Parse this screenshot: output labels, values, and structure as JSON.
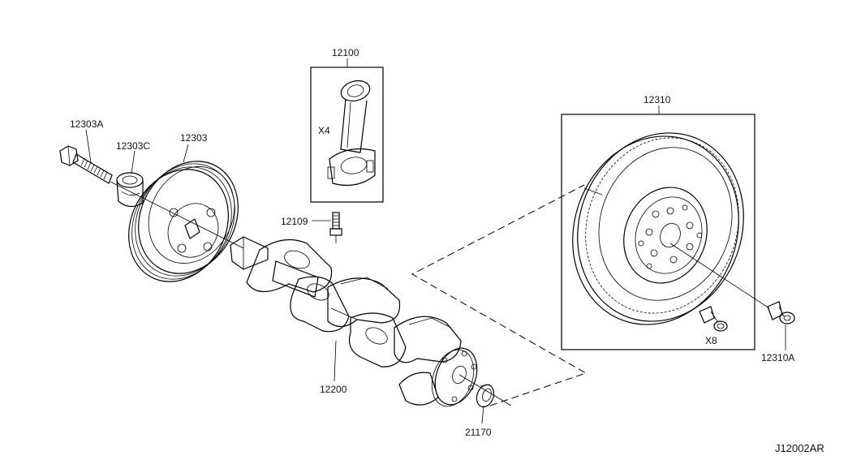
{
  "diagram": {
    "code": "J12002AR",
    "parts": {
      "p12303A": "12303A",
      "p12303C": "12303C",
      "p12303": "12303",
      "p12100": "12100",
      "p12100_qty": "X4",
      "p12109": "12109",
      "p12200": "12200",
      "p21170": "21170",
      "p12310": "12310",
      "p12310A": "12310A",
      "p12310A_qty": "X8"
    }
  }
}
